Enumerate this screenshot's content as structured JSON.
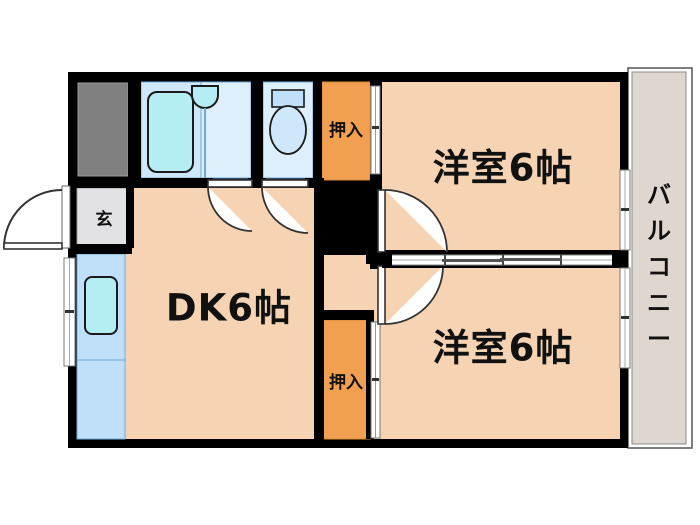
{
  "plan": {
    "title": "間取り図",
    "type": "2DK apartment floor plan",
    "background_color": "#ffffff",
    "wall_color": "#000000",
    "floor_color": "#f5d3b3",
    "closet_color": "#f0a050",
    "water_color": "#cfe7fa",
    "tub_color": "#b4edf4",
    "balcony_color": "#ded7cf",
    "entry_color": "#e2e2e4",
    "meter_color": "#808080",
    "sink_color": "#bfe0f8"
  },
  "rooms": {
    "bedroom_top": {
      "label": "洋室6帖",
      "size": "6帖",
      "kind": "western-room"
    },
    "bedroom_bottom": {
      "label": "洋室6帖",
      "size": "6帖",
      "kind": "western-room"
    },
    "dining_kitchen": {
      "label": "DK6帖",
      "size": "6帖",
      "kind": "dining-kitchen"
    },
    "closet_top": {
      "label": "押入",
      "kind": "closet"
    },
    "closet_bottom": {
      "label": "押入",
      "kind": "closet"
    },
    "entrance": {
      "label": "玄",
      "kind": "entrance"
    },
    "balcony": {
      "label": "バルコニー",
      "chars": [
        "バ",
        "ル",
        "コ",
        "ニ",
        "ー"
      ],
      "kind": "balcony"
    }
  },
  "fixtures": {
    "bathtub": {
      "name": "bathtub"
    },
    "washbasin": {
      "name": "washbasin"
    },
    "toilet": {
      "name": "toilet"
    },
    "kitchen_sink": {
      "name": "kitchen-sink"
    },
    "meter_box": {
      "name": "meter-box"
    }
  },
  "openings": {
    "entrance_door": {
      "name": "entrance-door",
      "swing": "outward-left"
    },
    "bath_door": {
      "name": "bath-door",
      "swing": "into-dk"
    },
    "toilet_door": {
      "name": "toilet-door",
      "swing": "into-dk"
    },
    "bedroom_top_door": {
      "name": "bedroom-top-door",
      "swing": "into-room"
    },
    "bedroom_bottom_door": {
      "name": "bedroom-bottom-door",
      "swing": "into-room"
    },
    "partition_sliding": {
      "name": "bedroom-partition-sliding-door",
      "panels": 4
    },
    "balcony_window_top": {
      "name": "balcony-sliding-window-top"
    },
    "balcony_window_bottom": {
      "name": "balcony-sliding-window-bottom"
    },
    "kitchen_window": {
      "name": "kitchen-sliding-window"
    },
    "closet_top_doors": {
      "name": "closet-top-sliding-door"
    },
    "closet_bottom_doors": {
      "name": "closet-bottom-sliding-door"
    }
  }
}
